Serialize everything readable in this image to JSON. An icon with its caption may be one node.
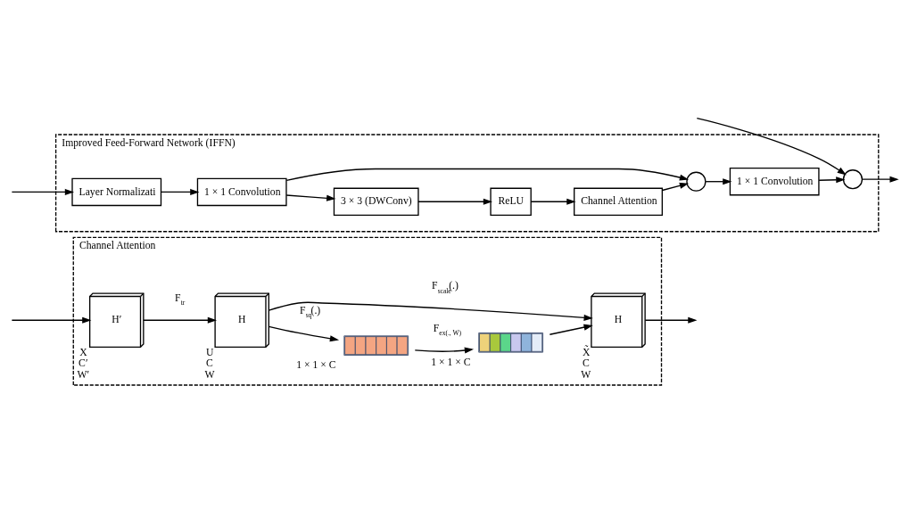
{
  "diagram": {
    "nodes": [
      {
        "text": [
          "Improved Feed-Forward Network (IFFN)"
        ]
      },
      {
        "text": [
          "Layer Normalizati"
        ],
        "in": 0
      },
      {
        "text": [
          "1 × 1 Convolution"
        ],
        "in": 0
      },
      {
        "text": [
          "3 × 3 (DWConv)"
        ],
        "in": 0
      },
      {
        "text": [
          "ReLU"
        ],
        "in": 0
      },
      {
        "text": [
          "Channel Attention"
        ],
        "in": 0
      },
      {
        "text": [],
        "shape": "circle",
        "in": 0
      },
      {
        "text": [
          "1 × 1 Convolution"
        ],
        "in": 0
      },
      {
        "text": [],
        "shape": "circle",
        "in": 0
      },
      {
        "text": [
          "Channel Attention"
        ]
      },
      {
        "text": [
          "H′"
        ],
        "beside": [
          "X",
          "C′",
          "W′"
        ],
        "in": 9
      },
      {
        "text": [
          "H"
        ],
        "beside": [
          "U",
          "C",
          "W"
        ],
        "in": 9
      },
      {
        "text": [],
        "shape": "bar",
        "beside": [
          "1 × 1 × C"
        ],
        "in": 9
      },
      {
        "text": [],
        "shape": "bar",
        "beside": [
          "1 × 1 × C"
        ],
        "in": 9
      },
      {
        "text": [
          "H"
        ],
        "beside": [
          "X̃",
          "C",
          "W"
        ],
        "in": 9
      }
    ],
    "edges": [
      {
        "from": null,
        "to": 1,
        "arrow": "to"
      },
      {
        "from": null,
        "to": 8,
        "arrow": "to"
      },
      {
        "from": 1,
        "to": 2,
        "arrow": "to"
      },
      {
        "from": 2,
        "to": 3,
        "arrow": "to"
      },
      {
        "from": 2,
        "to": 6,
        "arrow": "to"
      },
      {
        "from": 3,
        "to": 4,
        "arrow": "to"
      },
      {
        "from": 4,
        "to": 5,
        "arrow": "to"
      },
      {
        "from": 5,
        "to": 6,
        "arrow": "to"
      },
      {
        "from": 6,
        "to": 7,
        "arrow": "to"
      },
      {
        "from": 7,
        "to": 8,
        "arrow": "to"
      },
      {
        "from": 8,
        "to": null,
        "arrow": "to"
      },
      {
        "from": null,
        "to": 10,
        "arrow": "to"
      },
      {
        "from": 10,
        "to": 11,
        "arrow": "to",
        "label": "F$_{tr}$"
      },
      {
        "from": 11,
        "to": 12,
        "arrow": "to",
        "label": "F$_{sq}$(.)"
      },
      {
        "from": 12,
        "to": 13,
        "arrow": "to",
        "label": "F$_{ex(., W)}$"
      },
      {
        "from": 13,
        "to": 14,
        "arrow": "to"
      },
      {
        "from": 11,
        "to": 14,
        "arrow": "to",
        "label": "F$_{scale}$(.)"
      },
      {
        "from": 14,
        "to": null,
        "arrow": "to"
      }
    ]
  }
}
